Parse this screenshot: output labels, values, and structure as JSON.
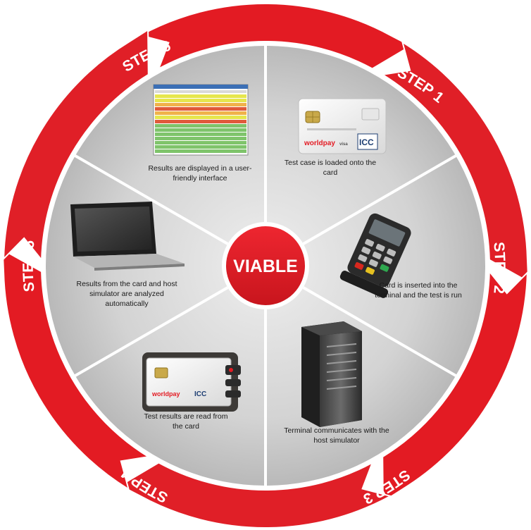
{
  "center": {
    "label": "VIABLE"
  },
  "steps": [
    {
      "label": "STEP 1",
      "desc": "Test case is loaded onto the card",
      "icon": "smart-card-icon"
    },
    {
      "label": "STEP 2",
      "desc": "Card is inserted into the terminal and the test is run",
      "icon": "payment-terminal-icon"
    },
    {
      "label": "STEP 3",
      "desc": "Terminal communicates with the host simulator",
      "icon": "server-tower-icon"
    },
    {
      "label": "STEP 4",
      "desc": "Test results are read from the card",
      "icon": "card-reader-icon"
    },
    {
      "label": "STEP 5",
      "desc": "Results from the card and host simulator are analyzed automatically",
      "icon": "laptop-icon"
    },
    {
      "label": "STEP 6",
      "desc": "Results are displayed in a user-friendly interface",
      "icon": "results-screen-icon"
    }
  ],
  "card_brand": {
    "worldpay": "worldpay",
    "sub": "visa",
    "icc": "ICC"
  },
  "colors": {
    "ring_red": "#e31b23",
    "ring_dark": "#b5121b",
    "wheel_gray": "#c9c9c9",
    "divider": "#ffffff"
  }
}
